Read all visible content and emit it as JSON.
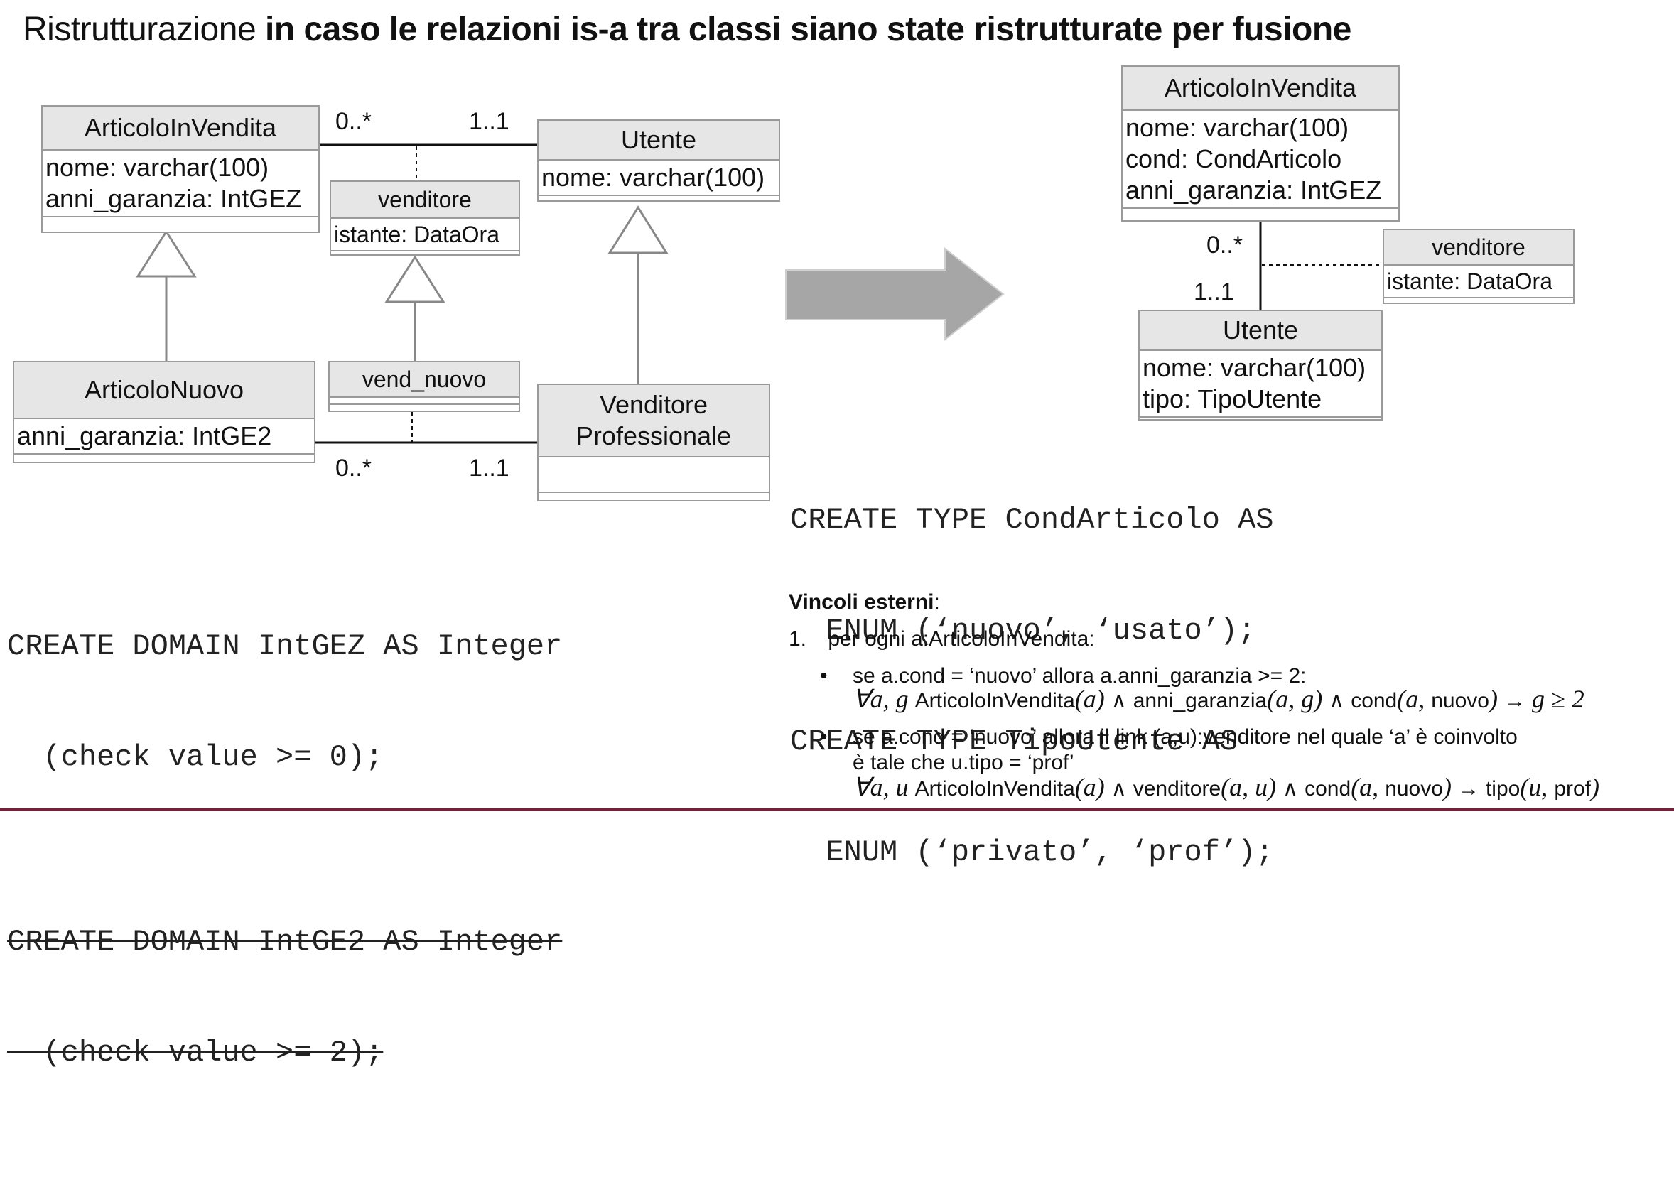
{
  "title": {
    "prefix": "Ristrutturazione",
    "bold": "in caso le relazioni is-a tra classi siano state ristrutturate per fusione"
  },
  "left": {
    "articolo_in_vendita": {
      "name": "ArticoloInVendita",
      "attrs": [
        "nome: varchar(100)",
        "anni_garanzia: IntGEZ"
      ]
    },
    "utente": {
      "name": "Utente",
      "attrs": [
        "nome: varchar(100)"
      ]
    },
    "venditore": {
      "name": "venditore",
      "attrs": [
        "istante: DataOra"
      ]
    },
    "articolo_nuovo": {
      "name": "ArticoloNuovo",
      "attrs": [
        "anni_garanzia: IntGE2"
      ]
    },
    "vend_nuovo": {
      "name": "vend_nuovo"
    },
    "venditore_prof": {
      "name_line1": "Venditore",
      "name_line2": "Professionale"
    },
    "mult_top_left": "0..*",
    "mult_top_right": "1..1",
    "mult_bottom_left": "0..*",
    "mult_bottom_right": "1..1"
  },
  "right": {
    "articolo_in_vendita": {
      "name": "ArticoloInVendita",
      "attrs": [
        "nome: varchar(100)",
        "cond: CondArticolo",
        "anni_garanzia: IntGEZ"
      ]
    },
    "venditore": {
      "name": "venditore",
      "attrs": [
        "istante: DataOra"
      ]
    },
    "utente": {
      "name": "Utente",
      "attrs": [
        "nome: varchar(100)",
        "tipo: TipoUtente"
      ]
    },
    "mult_top": "0..*",
    "mult_bottom": "1..1"
  },
  "code_left": {
    "line1": "CREATE DOMAIN IntGEZ AS Integer",
    "line2": "  (check value >= 0);",
    "line3": "CREATE DOMAIN IntGE2 AS Integer",
    "line4": "  (check value >= 2);"
  },
  "code_right": {
    "line1": "CREATE TYPE CondArticolo AS",
    "line2": "  ENUM (‘nuovo’, ‘usato’);",
    "line3": "CREATE TYPE TipoUtente AS",
    "line4": "  ENUM (‘privato’, ‘prof’);"
  },
  "constraints": {
    "header": "Vincoli esterni",
    "header_colon": ":",
    "item1_num": "1.",
    "item1": "per ogni a:ArticoloInVendita:",
    "bullet1": "se a.cond = ‘nuovo’ allora a.anni_garanzia >= 2:",
    "bullet1_formula": {
      "quant": "∀a, g",
      "p1": "ArticoloInVendita",
      "p1_args": "(a)",
      "and1": "∧",
      "p2": "anni_garanzia",
      "p2_args": "(a, g)",
      "and2": "∧",
      "p3": "cond",
      "p3_args_pre": "(a, ",
      "p3_const": "nuovo",
      "p3_args_post": ")",
      "impl": "→",
      "rhs": "g ≥ 2"
    },
    "bullet2_line1": "se a.cond = ‘nuovo’ allora il link (a,u):venditore nel quale ‘a’ è coinvolto",
    "bullet2_line2": "è tale che u.tipo = ‘prof’",
    "bullet2_formula": {
      "quant": "∀a, u",
      "p1": "ArticoloInVendita",
      "p1_args": "(a)",
      "and1": "∧",
      "p2": "venditore",
      "p2_args": "(a, u)",
      "and2": "∧",
      "p3": "cond",
      "p3_args_pre": "(a, ",
      "p3_const": "nuovo",
      "p3_args_post": ")",
      "impl": "→",
      "rhs_pre": "tipo",
      "rhs_args_pre": "(u, ",
      "rhs_const": "prof",
      "rhs_args_post": ")"
    }
  },
  "colors": {
    "class_header": "#e6e6e6",
    "class_border": "#9a9a9a",
    "arrow": "#a6a6a6",
    "bottom_rule": "#7a1f3a"
  }
}
